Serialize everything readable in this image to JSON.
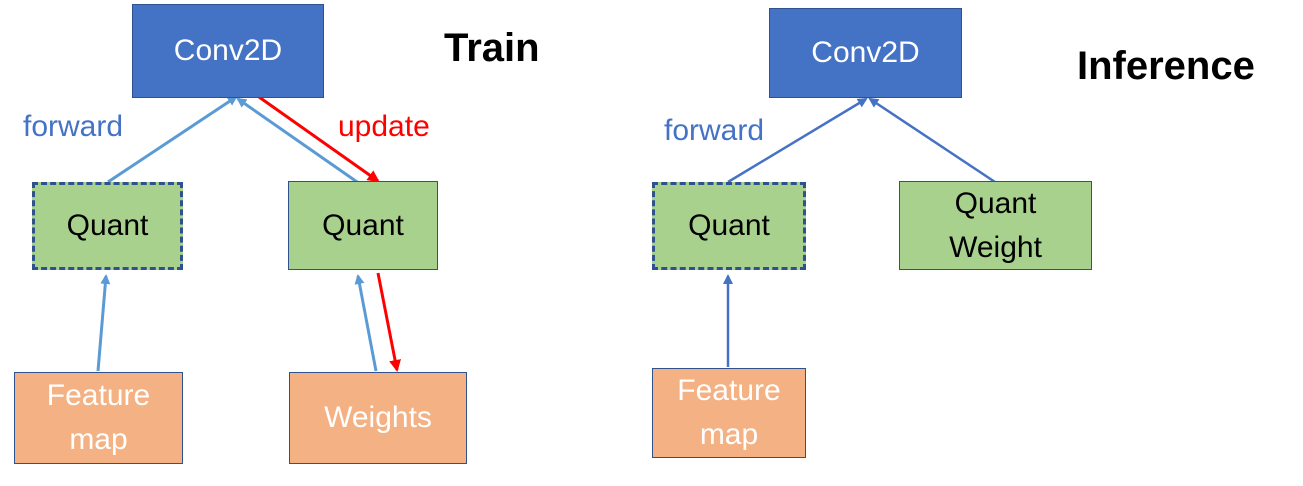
{
  "train": {
    "title": "Train",
    "conv": "Conv2D",
    "forward_label": "forward",
    "update_label": "update",
    "quant_feature": "Quant",
    "quant_weight": "Quant",
    "feature_map": [
      "Feature",
      "map"
    ],
    "weights": "Weights"
  },
  "inference": {
    "title": "Inference",
    "conv": "Conv2D",
    "forward_label": "forward",
    "quant_feature": "Quant",
    "quant_weight": [
      "Quant",
      "Weight"
    ],
    "feature_map": [
      "Feature",
      "map"
    ]
  },
  "colors": {
    "conv_fill": "#4472c4",
    "quant_fill": "#a9d18e",
    "input_fill": "#f4b183",
    "border": "#2f528f",
    "forward_arrow_train": "#5b9bd5",
    "forward_arrow_inference": "#4472c4",
    "update_arrow": "#ff0000",
    "forward_text": "#4472c4",
    "update_text": "#ff0000"
  }
}
